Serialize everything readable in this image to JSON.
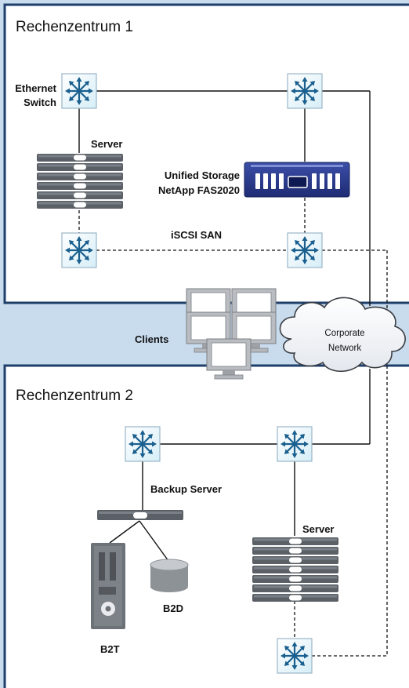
{
  "datacenter1": {
    "title": "Rechenzentrum 1"
  },
  "datacenter2": {
    "title": "Rechenzentrum 2"
  },
  "labels": {
    "ethernet_switch_line1": "Ethernet",
    "ethernet_switch_line2": "Switch",
    "server_dc1": "Server",
    "unified_storage_line1": "Unified Storage",
    "unified_storage_line2": "NetApp FAS2020",
    "iscsi_san": "iSCSI SAN",
    "clients": "Clients",
    "corporate_network_line1": "Corporate",
    "corporate_network_line2": "Network",
    "backup_server": "Backup Server",
    "server_dc2": "Server",
    "b2d": "B2D",
    "b2t": "B2T"
  },
  "colors": {
    "background": "#c9dcee",
    "border": "#1f3f6b",
    "switch_face": "#e8f6fb",
    "switch_arrows": "#1a5f8e",
    "server_body": "#5b6066",
    "storage_blue": "#2d3c8f"
  }
}
